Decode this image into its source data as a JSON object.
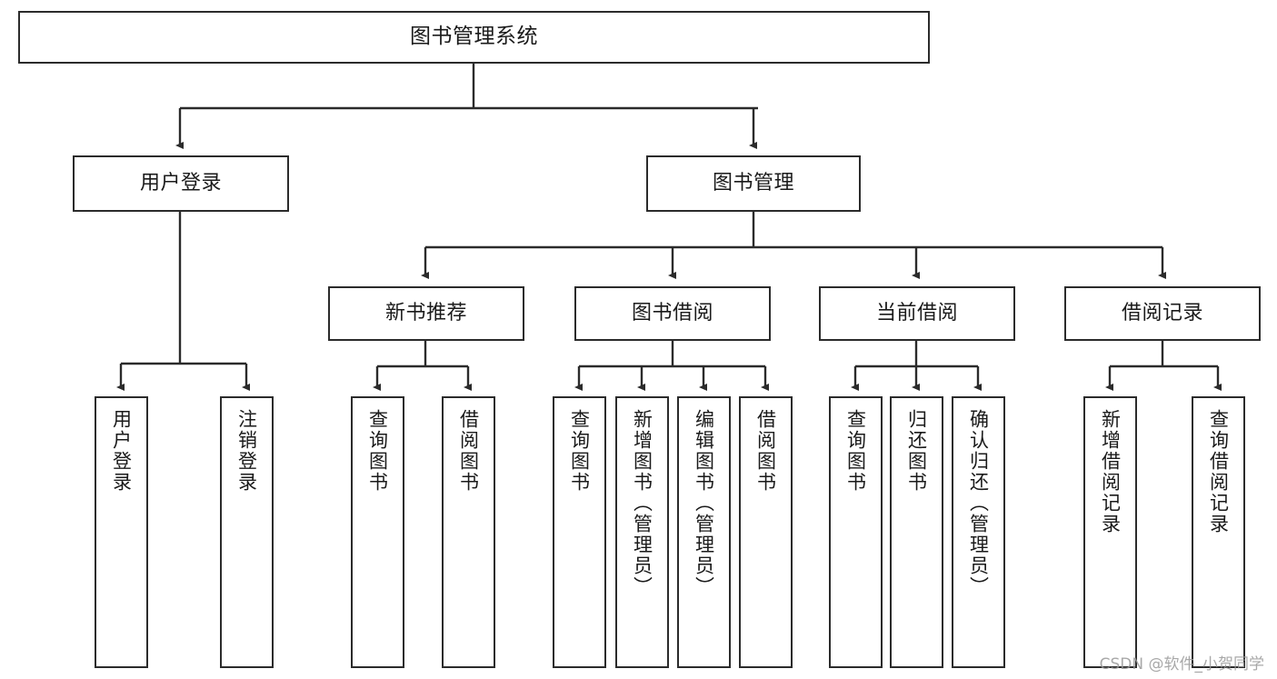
{
  "diagram": {
    "title": "图书管理系统",
    "type": "tree-hierarchy",
    "root": {
      "label": "图书管理系统"
    },
    "level2": [
      {
        "label": "用户登录"
      },
      {
        "label": "图书管理"
      }
    ],
    "level3": [
      {
        "label": "新书推荐"
      },
      {
        "label": "图书借阅"
      },
      {
        "label": "当前借阅"
      },
      {
        "label": "借阅记录"
      }
    ],
    "leaves": {
      "user_login": [
        {
          "label": "用户登录"
        },
        {
          "label": "注销登录"
        }
      ],
      "new_book_recommend": [
        {
          "label": "查询图书"
        },
        {
          "label": "借阅图书"
        }
      ],
      "book_borrow": [
        {
          "label": "查询图书"
        },
        {
          "label": "新增图书（管理员）"
        },
        {
          "label": "编辑图书（管理员）"
        },
        {
          "label": "借阅图书"
        }
      ],
      "current_borrow": [
        {
          "label": "查询图书"
        },
        {
          "label": "归还图书"
        },
        {
          "label": "确认归还（管理员）"
        }
      ],
      "borrow_record": [
        {
          "label": "新增借阅记录"
        },
        {
          "label": "查询借阅记录"
        }
      ]
    }
  },
  "watermark": {
    "text": "CSDN @软件_小贺同学"
  },
  "colors": {
    "stroke": "#2b2b2b",
    "background": "#ffffff",
    "text": "#1a1a1a",
    "watermark": "#9a9a9a"
  }
}
